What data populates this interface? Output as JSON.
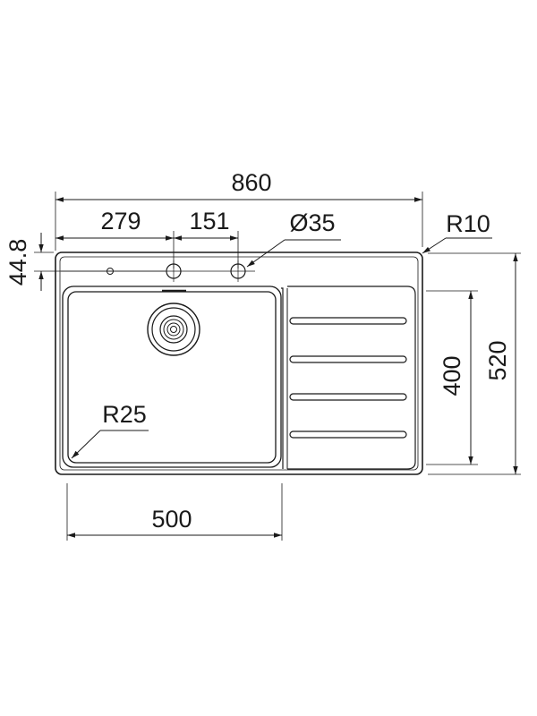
{
  "drawing": {
    "overall_width": "860",
    "tap_hole_offset": "279",
    "tap_hole_spacing": "151",
    "hole_diameter": "Ø35",
    "deck_depth": "44.8",
    "corner_radius_outer": "R10",
    "corner_radius_bowl": "R25",
    "bowl_width": "500",
    "bowl_depth": "400",
    "overall_depth": "520"
  },
  "colors": {
    "line": "#1a1a1a",
    "background": "#ffffff"
  }
}
